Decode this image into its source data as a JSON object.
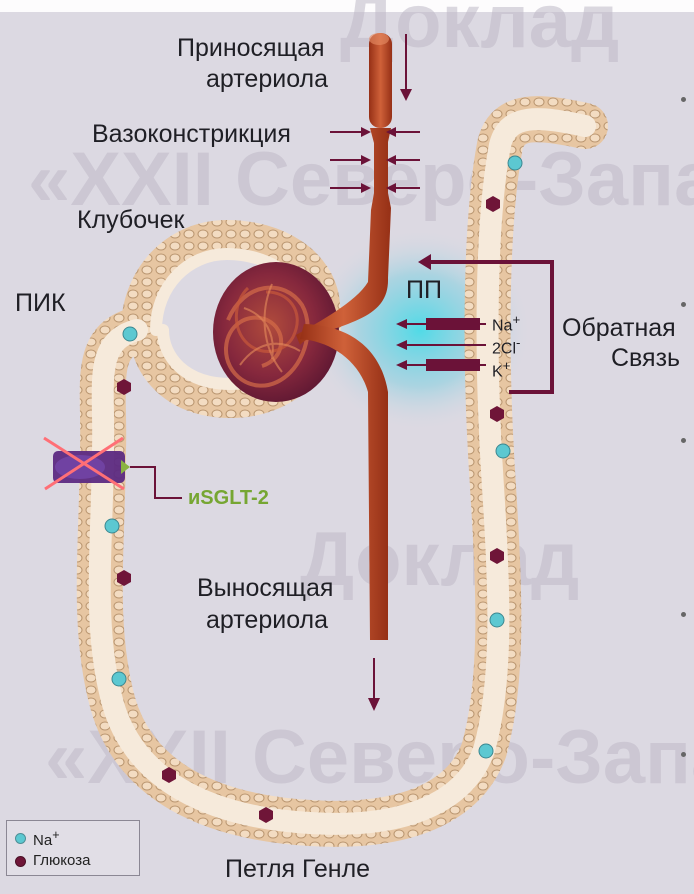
{
  "watermarks": {
    "top": "Доклад",
    "upper": "«XXII Северо-Западный",
    "middle": "Доклад",
    "lower": "«XXII Северо-Западный"
  },
  "labels": {
    "afferent_line1": "Приносящая",
    "afferent_line2": "артериола",
    "vasoconstriction": "Вазоконстрикция",
    "glomerulus": "Клубочек",
    "pct": "ПИК",
    "macula_densa": "ПП",
    "feedback_line1": "Обратная",
    "feedback_line2": "Связь",
    "sglt": "иSGLT-2",
    "efferent_line1": "Выносящая",
    "efferent_line2": "артериола",
    "loop": "Петля Генле"
  },
  "ions": {
    "na": "Na",
    "na_sup": "+",
    "cl": "2Cl",
    "cl_sup": "-",
    "k": "K",
    "k_sup": "+"
  },
  "legend": {
    "na": "Na",
    "na_sup": "+",
    "glucose": "Глюкоза"
  },
  "colors": {
    "background": "#dcd9e2",
    "tubule_outer": "#d7b89b",
    "tubule_inner": "#f5e9d8",
    "artery": "#c2512b",
    "arrow": "#6b1238",
    "sodium": "#5cc8d1",
    "glucose": "#6f1538",
    "feedback_glow": "#3dd4e8",
    "sglt_label": "#76a632"
  },
  "icons": {
    "sodium_marker": "sodium-ion-icon",
    "glucose_marker": "glucose-molecule-icon",
    "blocked_transporter": "blocked-sglt2-transporter-icon"
  }
}
